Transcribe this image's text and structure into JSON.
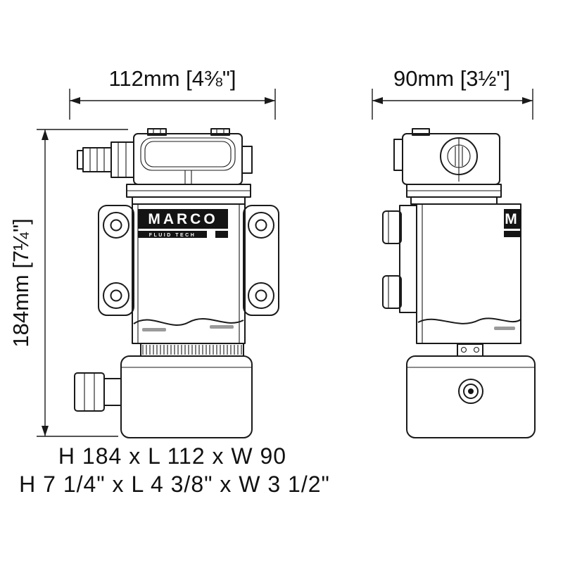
{
  "canvas": {
    "bg": "#ffffff",
    "ink": "#1a1a1a"
  },
  "dimensions": {
    "front_width": "112mm [4⅜\"]",
    "side_width": "90mm [3½\"]",
    "height": "184mm [7¼\"]"
  },
  "brand": {
    "name": "MARCO",
    "tagline": "FLUID TECH",
    "partial": "M"
  },
  "footer": {
    "metric": "H 184 x L 112 x W 90",
    "imperial": "H 7 1/4\" x L 4 3/8\" x W 3 1/2\""
  }
}
